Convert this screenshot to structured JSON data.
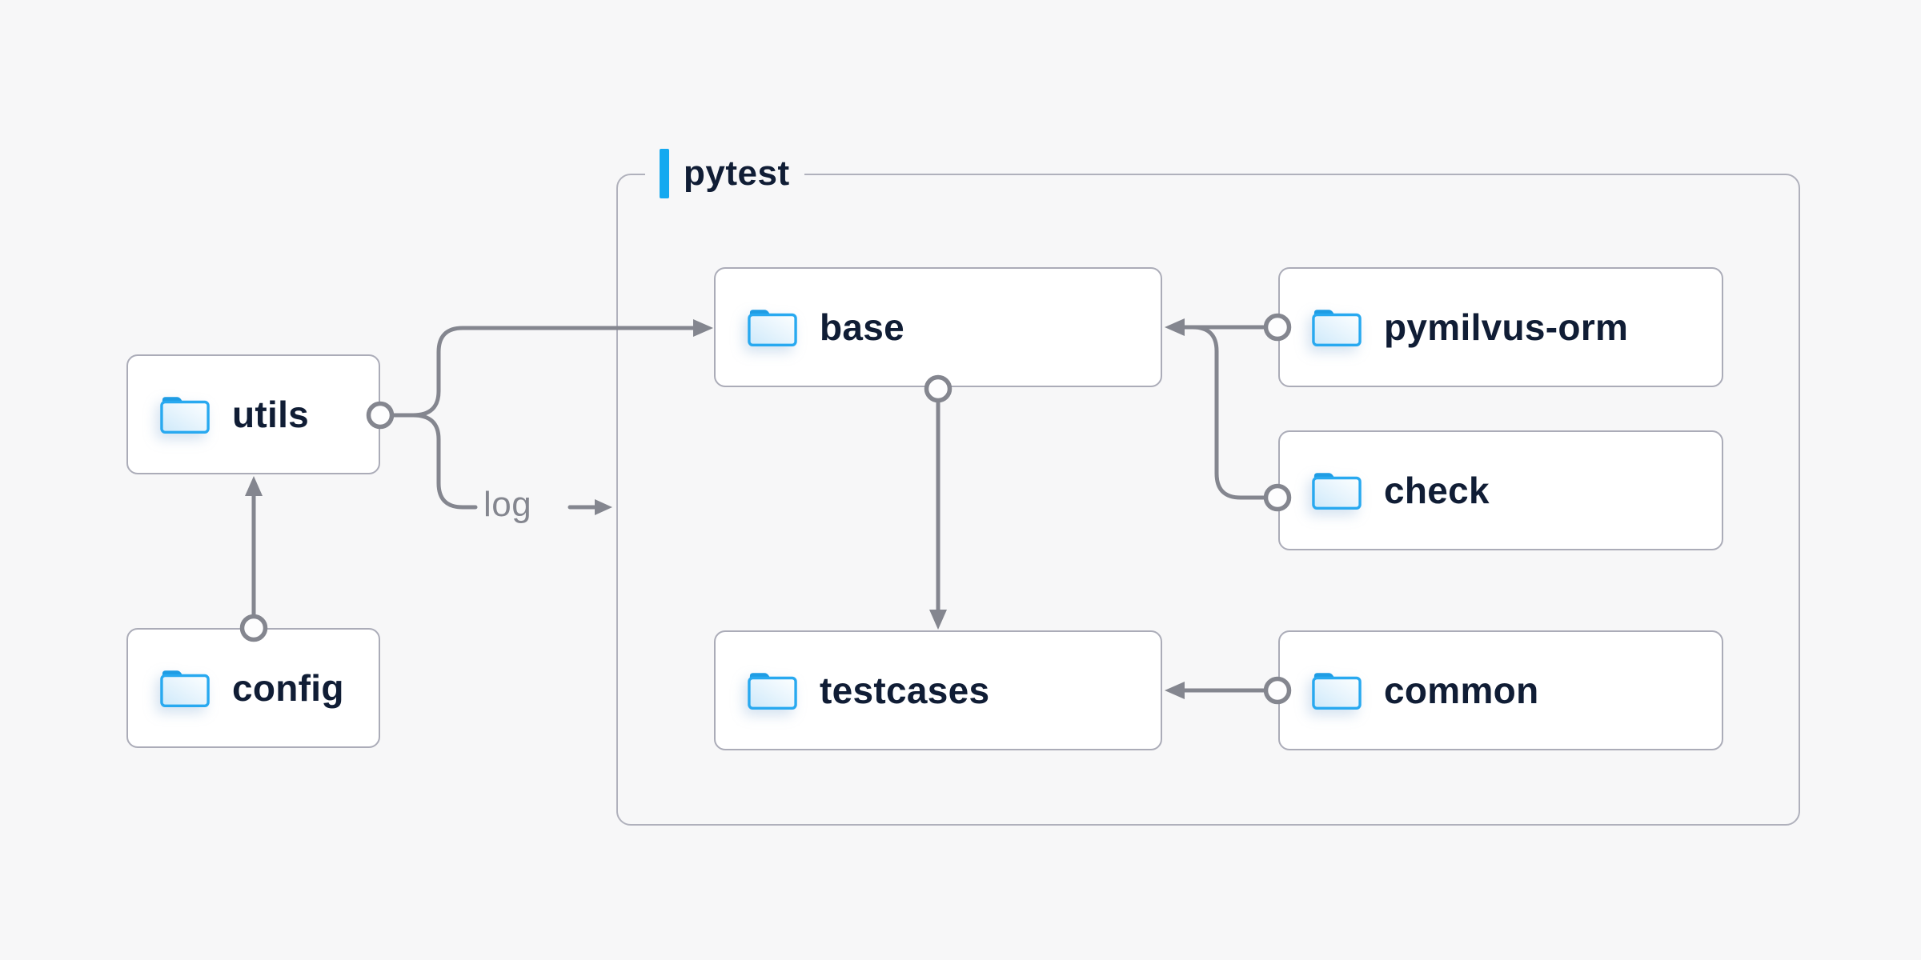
{
  "diagram": {
    "group": {
      "label": "pytest"
    },
    "nodes": {
      "utils": {
        "label": "utils"
      },
      "config": {
        "label": "config"
      },
      "base": {
        "label": "base"
      },
      "pymilvus_orm": {
        "label": "pymilvus-orm"
      },
      "check": {
        "label": "check"
      },
      "testcases": {
        "label": "testcases"
      },
      "common": {
        "label": "common"
      }
    },
    "edges": [
      {
        "from": "config",
        "to": "utils",
        "label": ""
      },
      {
        "from": "utils",
        "to": "base",
        "label": ""
      },
      {
        "from": "utils",
        "to": "pytest-group",
        "label": "log"
      },
      {
        "from": "pymilvus-orm",
        "to": "base",
        "label": ""
      },
      {
        "from": "check",
        "to": "base",
        "label": ""
      },
      {
        "from": "base",
        "to": "testcases",
        "label": ""
      },
      {
        "from": "common",
        "to": "testcases",
        "label": ""
      }
    ],
    "colors": {
      "background": "#f7f7f8",
      "node_background": "#ffffff",
      "node_border": "#abacb8",
      "connector": "#84868f",
      "text_primary": "#101d35",
      "text_muted": "#84868f",
      "accent_blue": "#14a9f0",
      "folder_outline": "#28a9f0",
      "folder_tab": "#1e9ce4",
      "folder_fill": "#cde9fa"
    }
  }
}
